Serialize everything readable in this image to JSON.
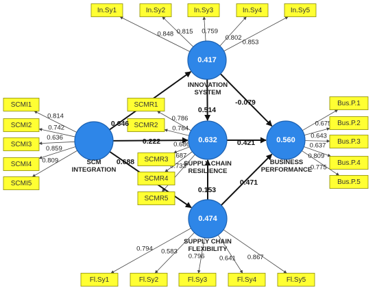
{
  "colors": {
    "indicator": "#ffff33",
    "construct": "#2e86e8"
  },
  "constructs": {
    "inn": {
      "label_lines": [
        "INNOVATION",
        "SYSTEM"
      ],
      "r2": "0.417"
    },
    "scm": {
      "label_lines": [
        "SCM",
        "INTEGRATION"
      ],
      "r2": ""
    },
    "scr": {
      "label_lines": [
        "SUPPLY CHAIN",
        "RESILIENCE"
      ],
      "r2": "0.632"
    },
    "bus": {
      "label_lines": [
        "BUSINESS",
        "PERFORMANCE"
      ],
      "r2": "0.560"
    },
    "scf": {
      "label_lines": [
        "SUPPLY CHAIN",
        "FLEXIBILITY"
      ],
      "r2": "0.474"
    }
  },
  "indicator_groups": [
    {
      "construct": "inn",
      "items": [
        {
          "name": "In.Sy1",
          "loading": "0.848"
        },
        {
          "name": "In.Sy2",
          "loading": "0.815"
        },
        {
          "name": "In.Sy3",
          "loading": "0.759"
        },
        {
          "name": "In.Sy4",
          "loading": "0.802"
        },
        {
          "name": "In.Sy5",
          "loading": "0.853"
        }
      ]
    },
    {
      "construct": "scm",
      "items": [
        {
          "name": "SCMI1",
          "loading": "0.814"
        },
        {
          "name": "SCMI2",
          "loading": "0.742"
        },
        {
          "name": "SCMI3",
          "loading": "0.636"
        },
        {
          "name": "SCMI4",
          "loading": "0.859"
        },
        {
          "name": "SCMI5",
          "loading": "0.809"
        }
      ]
    },
    {
      "construct": "scr",
      "items": [
        {
          "name": "SCMR1",
          "loading": "0.786"
        },
        {
          "name": "SCMR2",
          "loading": "0.784"
        },
        {
          "name": "SCMR3",
          "loading": "0.686"
        },
        {
          "name": "SCMR4",
          "loading": "0.687"
        },
        {
          "name": "SCMR5",
          "loading": "0.733"
        }
      ]
    },
    {
      "construct": "bus",
      "items": [
        {
          "name": "Bus.P.1",
          "loading": "0.675"
        },
        {
          "name": "Bus.P.2",
          "loading": "0.643"
        },
        {
          "name": "Bus.P.3",
          "loading": "0.637"
        },
        {
          "name": "Bus.P.4",
          "loading": "0.809"
        },
        {
          "name": "Bus.P.5",
          "loading": "0.775"
        }
      ]
    },
    {
      "construct": "scf",
      "items": [
        {
          "name": "Fl.Sy1",
          "loading": "0.794"
        },
        {
          "name": "Fl.Sy2",
          "loading": "0.583"
        },
        {
          "name": "Fl.Sy3",
          "loading": "0.796"
        },
        {
          "name": "Fl.Sy4",
          "loading": "0.641"
        },
        {
          "name": "Fl.Sy5",
          "loading": "0.867"
        }
      ]
    }
  ],
  "paths": [
    {
      "from": "scm",
      "to": "inn",
      "coef": "0.646"
    },
    {
      "from": "scm",
      "to": "scr",
      "coef": "0.222"
    },
    {
      "from": "scm",
      "to": "scf",
      "coef": "0.688"
    },
    {
      "from": "inn",
      "to": "scr",
      "coef": "0.514"
    },
    {
      "from": "inn",
      "to": "bus",
      "coef": "-0.079"
    },
    {
      "from": "scr",
      "to": "bus",
      "coef": "0.421"
    },
    {
      "from": "scf",
      "to": "scr",
      "coef": "0.153"
    },
    {
      "from": "scf",
      "to": "bus",
      "coef": "0.471"
    }
  ]
}
